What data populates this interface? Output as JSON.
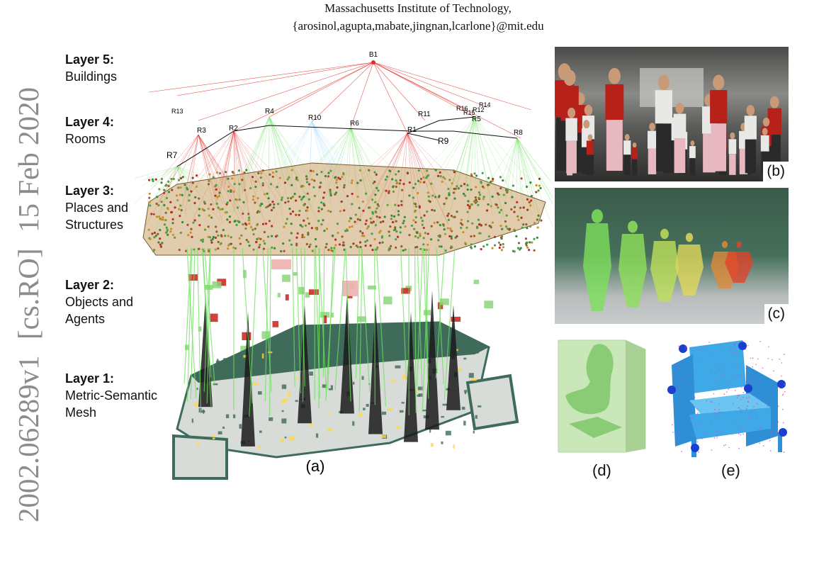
{
  "header": {
    "affiliation": "Massachusetts Institute of Technology,",
    "emails": "{arosinol,agupta,mabate,jingnan,lcarlone}@mit.edu"
  },
  "arxiv_stamp": {
    "id": "2002.06289v1",
    "category": "[cs.RO]",
    "date": "15 Feb 2020"
  },
  "layers": [
    {
      "title": "Layer 5:",
      "lines": [
        "Buildings"
      ]
    },
    {
      "title": "Layer 4:",
      "lines": [
        "Rooms"
      ]
    },
    {
      "title": "Layer 3:",
      "lines": [
        "Places and",
        "Structures"
      ]
    },
    {
      "title": "Layer 2:",
      "lines": [
        "Objects and",
        "Agents"
      ]
    },
    {
      "title": "Layer 1:",
      "lines": [
        "Metric-Semantic",
        "Mesh"
      ]
    }
  ],
  "graph": {
    "building": "B1",
    "rooms": [
      "R1",
      "R2",
      "R3",
      "R4",
      "R5",
      "R6",
      "R7",
      "R8",
      "R9",
      "R10",
      "R11",
      "R12",
      "R13",
      "R14",
      "R15",
      "R16"
    ]
  },
  "panel_labels": {
    "a": "(a)",
    "b": "(b)",
    "c": "(c)",
    "d": "(d)",
    "e": "(e)"
  },
  "colors": {
    "building_edges": "#e0302a",
    "room_edges": "#d8342c",
    "place_edges": "#6fe060",
    "mesh": "#3f6b5a",
    "stamp": "#8c8c8c"
  }
}
